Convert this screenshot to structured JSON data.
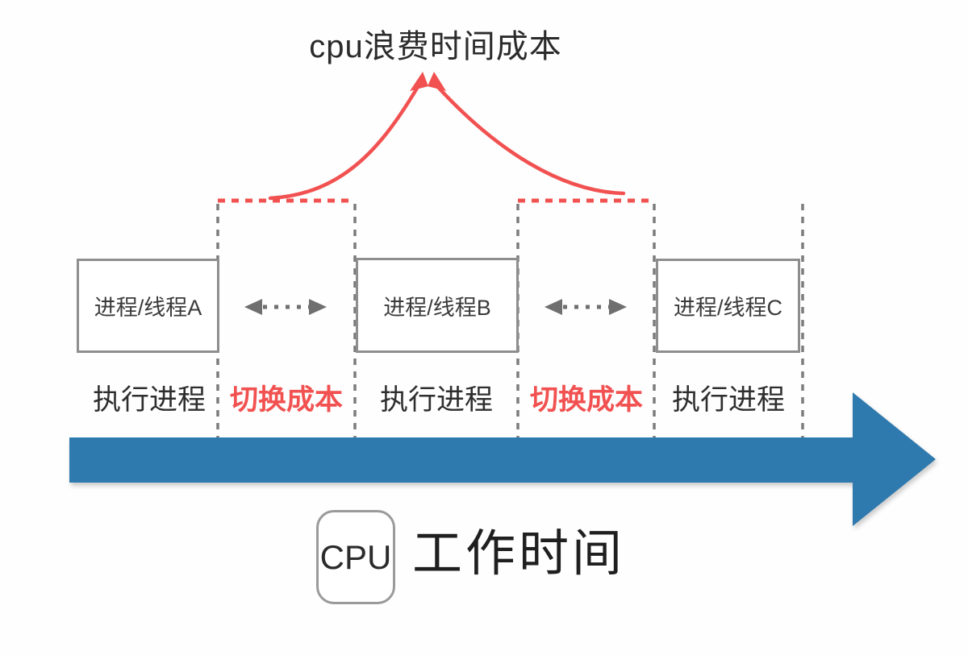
{
  "title": "cpu浪费时间成本",
  "colors": {
    "red": "#f15150",
    "blue": "#2e79ae",
    "gray": "#7c7c7c",
    "border": "#8e8e8e",
    "ink": "#2b2b2b"
  },
  "processes": [
    {
      "label": "进程/线程A"
    },
    {
      "label": "进程/线程B"
    },
    {
      "label": "进程/线程C"
    }
  ],
  "phases": [
    {
      "label": "执行进程",
      "type": "run"
    },
    {
      "label": "切换成本",
      "type": "switch"
    },
    {
      "label": "执行进程",
      "type": "run"
    },
    {
      "label": "切换成本",
      "type": "switch"
    },
    {
      "label": "执行进程",
      "type": "run"
    }
  ],
  "timeline": {
    "cpu_label": "CPU",
    "work_time_label": "工作时间"
  }
}
